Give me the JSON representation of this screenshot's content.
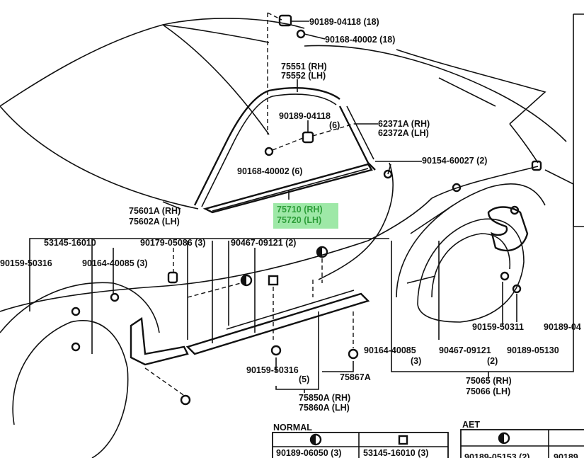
{
  "labels": {
    "p1": "90189-04118 (18)",
    "p2": "90168-40002 (18)",
    "p3a": "75551 (RH)",
    "p3b": "75552 (LH)",
    "p4a": "90189-04118",
    "p4b": "(6)",
    "p5a": "62371A (RH)",
    "p5b": "62372A (LH)",
    "p6": "90154-60027 (2)",
    "p7": "90168-40002 (6)",
    "p8a": "75601A (RH)",
    "p8b": "75602A (LH)",
    "p9a": "75710 (RH)",
    "p9b": "75720 (LH)",
    "p10": "53145-16010",
    "p11": "90179-05086 (3)",
    "p12": "90467-09121 (2)",
    "p13": "90159-50316",
    "p14": "90164-40085 (3)",
    "p15": "90159-50311",
    "p16": "90189-04",
    "p17a": "90164-40085",
    "p17b": "(3)",
    "p18a": "90467-09121",
    "p18b": "(2)",
    "p19": "90189-05130",
    "p20a": "90159-50316",
    "p20b": "(5)",
    "p21": "75867A",
    "p22a": "75065 (RH)",
    "p22b": "75066 (LH)",
    "p23a": "75850A (RH)",
    "p23b": "75860A (LH)"
  },
  "tables": {
    "normal": {
      "title": "NORMAL",
      "cells": [
        "90189-06050 (3)",
        "53145-16010 (3)"
      ]
    },
    "aet": {
      "title": "AET",
      "cells": [
        "90189-05153 (2)",
        "90189"
      ]
    }
  },
  "colors": {
    "highlight": "#7ee08a"
  }
}
